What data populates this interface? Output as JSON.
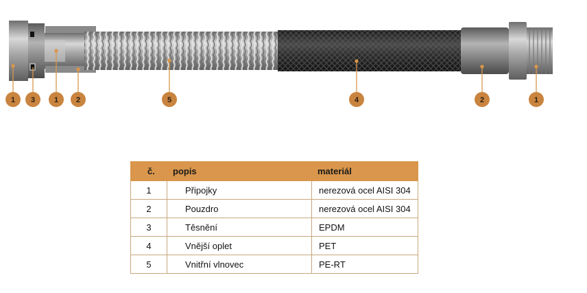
{
  "callouts": [
    {
      "id": "c1a",
      "label": "1"
    },
    {
      "id": "c3",
      "label": "3"
    },
    {
      "id": "c1b",
      "label": "1"
    },
    {
      "id": "c2a",
      "label": "2"
    },
    {
      "id": "c5",
      "label": "5"
    },
    {
      "id": "c4",
      "label": "4"
    },
    {
      "id": "c2b",
      "label": "2"
    },
    {
      "id": "c1c",
      "label": "1"
    }
  ],
  "table": {
    "headers": {
      "number": "č.",
      "description": "popis",
      "material": "materiál"
    },
    "rows": [
      {
        "number": "1",
        "description": "Připojky",
        "material": "nerezová ocel AISI 304"
      },
      {
        "number": "2",
        "description": "Pouzdro",
        "material": "nerezová ocel AISI 304"
      },
      {
        "number": "3",
        "description": "Těsnění",
        "material": "EPDM"
      },
      {
        "number": "4",
        "description": "Vnější oplet",
        "material": "PET"
      },
      {
        "number": "5",
        "description": "Vnitřní vlnovec",
        "material": "PE-RT"
      }
    ]
  },
  "colors": {
    "accent": "#d9964c",
    "callout_fill": "#c9843f",
    "steel": "#9a9a9a",
    "braid": "#2b2b2b"
  }
}
